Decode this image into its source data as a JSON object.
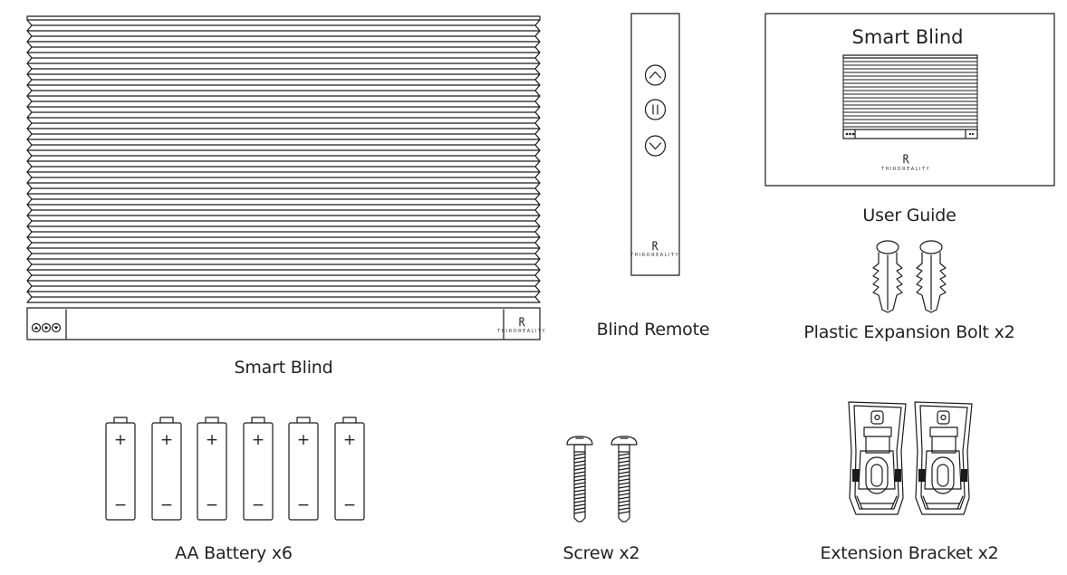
{
  "labels": {
    "smart_blind": "Smart Blind",
    "blind_remote": "Blind Remote",
    "user_guide": "User Guide",
    "expansion_bolt": "Plastic Expansion Bolt x2",
    "battery": "AA Battery x6",
    "screw": "Screw x2",
    "bracket": "Extension Bracket x2"
  },
  "guide": {
    "title": "Smart Blind"
  },
  "brand": {
    "name": "THIRDREALITY"
  },
  "battery": {
    "plus": "+",
    "minus": "−",
    "count": 6
  },
  "colors": {
    "line": "#1a1a1a",
    "text": "#222222"
  },
  "icons": {
    "remote_buttons": [
      "chevron-up-icon",
      "pause-icon",
      "chevron-down-icon"
    ],
    "blind_buttons": [
      "eject-icon",
      "dot-circle-icon",
      "triangle-down-icon"
    ],
    "logo": "brand-r-logo-icon"
  }
}
